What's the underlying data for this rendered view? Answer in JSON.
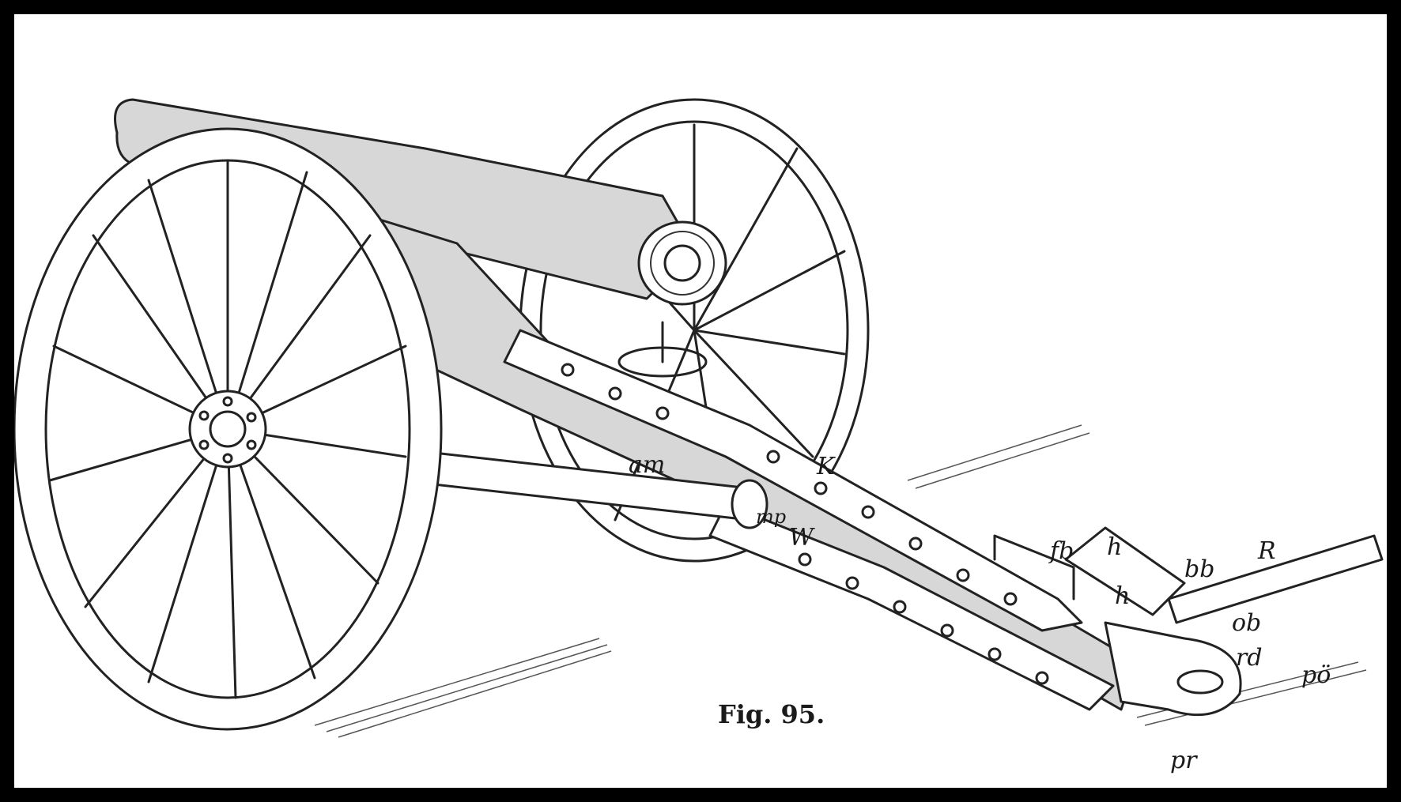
{
  "figure": {
    "caption": "Fig. 95.",
    "labels": {
      "am": "am",
      "K": "K",
      "mp": "mp",
      "W": "W",
      "fb": "fb",
      "h": "h",
      "h2": "h",
      "bb": "bb",
      "R": "R",
      "ob": "ob",
      "rd": "rd",
      "po": "pö",
      "pr": "pr"
    }
  },
  "colors": {
    "frame": "#000000",
    "paper": "#ffffff",
    "ink": "#222222",
    "shade": "#d7d7d7"
  }
}
